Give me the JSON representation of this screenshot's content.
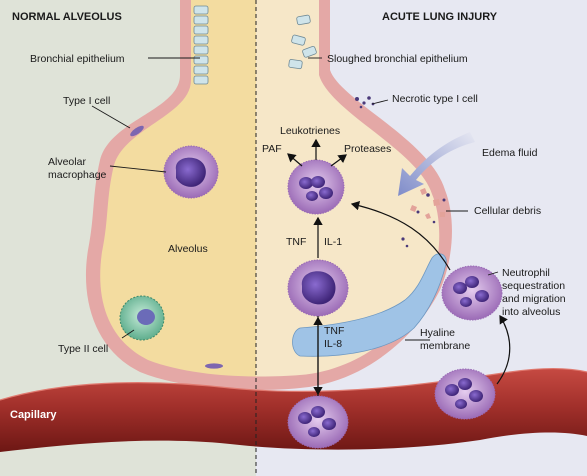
{
  "headings": {
    "left": "NORMAL ALVEOLUS",
    "right": "ACUTE LUNG INJURY"
  },
  "left_labels": {
    "bronchial_epithelium": "Bronchial epithelium",
    "type1_cell": "Type I cell",
    "alveolar_macrophage_line1": "Alveolar",
    "alveolar_macrophage_line2": "macrophage",
    "alveolus": "Alveolus",
    "type2_cell": "Type II cell"
  },
  "right_labels": {
    "sloughed": "Sloughed bronchial epithelium",
    "necrotic": "Necrotic type I cell",
    "leukotrienes": "Leukotrienes",
    "paf": "PAF",
    "proteases": "Proteases",
    "edema": "Edema fluid",
    "debris": "Cellular debris",
    "tnf1": "TNF",
    "il1": "IL-1",
    "tnf2": "TNF",
    "il8": "IL-8",
    "neutrophil_line1": "Neutrophil",
    "neutrophil_line2": "sequestration",
    "neutrophil_line3": "and migration",
    "neutrophil_line4": "into alveolus",
    "hyaline_line1": "Hyaline",
    "hyaline_line2": "membrane"
  },
  "capillary": "Capillary",
  "colors": {
    "background_left": "#dfe3d8",
    "background_right": "#e7e8f2",
    "alveolus_left": "#f3dca0",
    "alveolus_right": "#f6e7c8",
    "wall": "#d99a9a",
    "capillary": "#9b2a27",
    "cell_purple": "#b58ac9",
    "nucleus": "#5b3d9a",
    "edema_arrow": "#8c97cf",
    "hyaline": "#9fc3e6"
  }
}
